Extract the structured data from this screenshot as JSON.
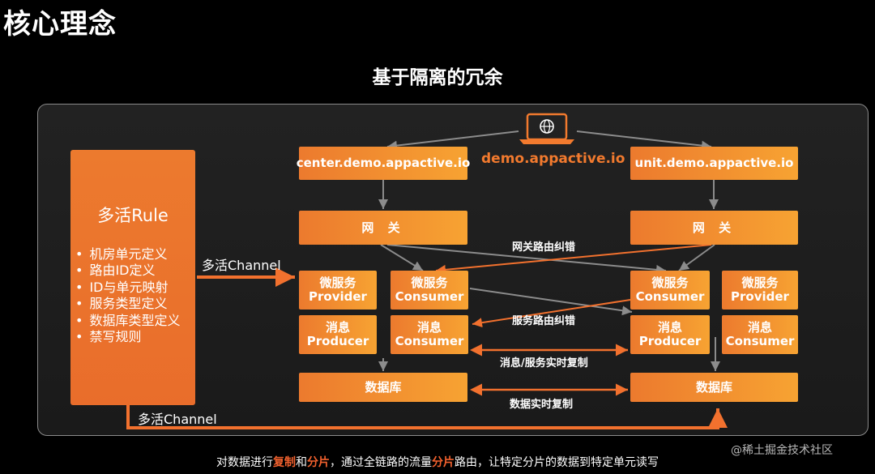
{
  "title": "核心理念",
  "subtitle": "基于隔离的冗余",
  "rule": {
    "title": "多活Rule",
    "items": [
      "机房单元定义",
      "路由ID定义",
      "ID与单元映射",
      "服务类型定义",
      "数据库类型定义",
      "禁写规则"
    ]
  },
  "domains": {
    "main": "demo.appactive.io",
    "center": "center.demo.appactive.io",
    "unit": "unit.demo.appactive.io"
  },
  "gateway_label": "网 关",
  "services": {
    "center_provider": [
      "微服务",
      "Provider"
    ],
    "center_consumer": [
      "微服务",
      "Consumer"
    ],
    "unit_consumer": [
      "微服务",
      "Consumer"
    ],
    "unit_provider": [
      "微服务",
      "Provider"
    ]
  },
  "messaging": {
    "center_producer": [
      "消息",
      "Producer"
    ],
    "center_consumer": [
      "消息",
      "Consumer"
    ],
    "unit_producer": [
      "消息",
      "Producer"
    ],
    "unit_consumer": [
      "消息",
      "Consumer"
    ]
  },
  "database_label": "数据库",
  "labels": {
    "gateway_routing": "网关路由纠错",
    "service_routing": "服务路由纠错",
    "mq_replication": "消息/服务实时复制",
    "db_replication": "数据实时复制",
    "channel_top": "多活Channel",
    "channel_bottom": "多活Channel"
  },
  "footer": {
    "p1": "对数据进行",
    "h1": "复制",
    "p2": "和",
    "h2": "分片",
    "p3": "，通过全链路的流量",
    "h3": "分片",
    "p4": "路由，让特定分片的数据到特定单元读写"
  },
  "watermark": "@稀土掘金技术社区",
  "colors": {
    "accent": "#f27a2e",
    "box_start": "#ec7a2e",
    "box_end": "#f7a332",
    "connector": "#8c8c8c"
  }
}
